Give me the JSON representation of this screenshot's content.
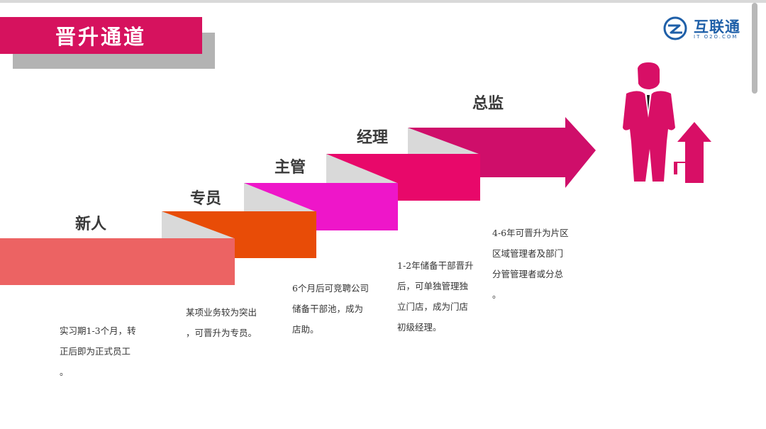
{
  "title": "晋升通道",
  "logo": {
    "name": "互联通",
    "subtitle": "IT O2O.COM",
    "color": "#1e5fa8"
  },
  "colors": {
    "banner": "#d6125e",
    "banner_shadow": "#b3b3b3",
    "fold": "#d9d9d9",
    "step_1": "#ec6363",
    "step_2": "#e84c07",
    "step_3": "#ee16c9",
    "step_4": "#e8086a",
    "step_5": "#cf0e6a",
    "person": "#d80f66"
  },
  "levels": [
    {
      "label": "新人",
      "description": [
        "实习期1-3个月，转",
        "正后即为正式员工",
        "。"
      ]
    },
    {
      "label": "专员",
      "description": [
        "某项业务较为突出",
        "，可晋升为专员。"
      ]
    },
    {
      "label": "主管",
      "description": [
        "6个月后可竞聘公司",
        "储备干部池，成为",
        "店助。"
      ]
    },
    {
      "label": "经理",
      "description": [
        "1-2年储备干部晋升",
        "后，可单独管理独",
        "立门店，成为门店",
        "初级经理。"
      ]
    },
    {
      "label": "总监",
      "description": [
        "4-6年可晋升为片区",
        "区域管理者及部门",
        "分管管理者或分总",
        "。"
      ]
    }
  ],
  "icons": [
    "person-in-suit-icon",
    "up-arrow-icon",
    "right-arrow-icon"
  ]
}
